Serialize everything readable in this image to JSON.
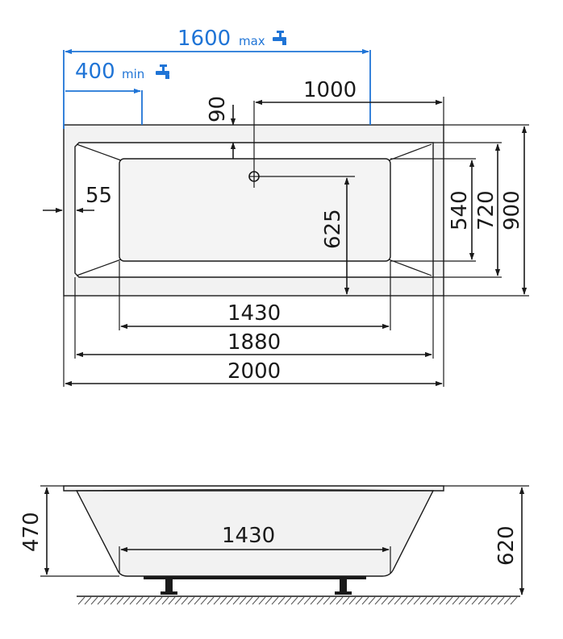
{
  "top_view": {
    "faucet_max": {
      "value": "1600",
      "unit": "max"
    },
    "faucet_min": {
      "value": "400",
      "unit": "min"
    },
    "drain_from_end": "1000",
    "drain_from_edge": "90",
    "rim_width": "55",
    "inner_length": "1430",
    "bowl_length": "1880",
    "overall_length": "2000",
    "drain_position": "625",
    "inner_width": "540",
    "bowl_width": "720",
    "overall_width": "900"
  },
  "side_view": {
    "inner_depth": "470",
    "bottom_length": "1430",
    "overall_height": "620"
  },
  "colors": {
    "dimension_line": "#1a1a1a",
    "faucet_dimension": "#1f74d6",
    "tub_fill": "#f2f2f2"
  },
  "icons": [
    "faucet-icon",
    "drain-icon",
    "floor-hatch"
  ]
}
